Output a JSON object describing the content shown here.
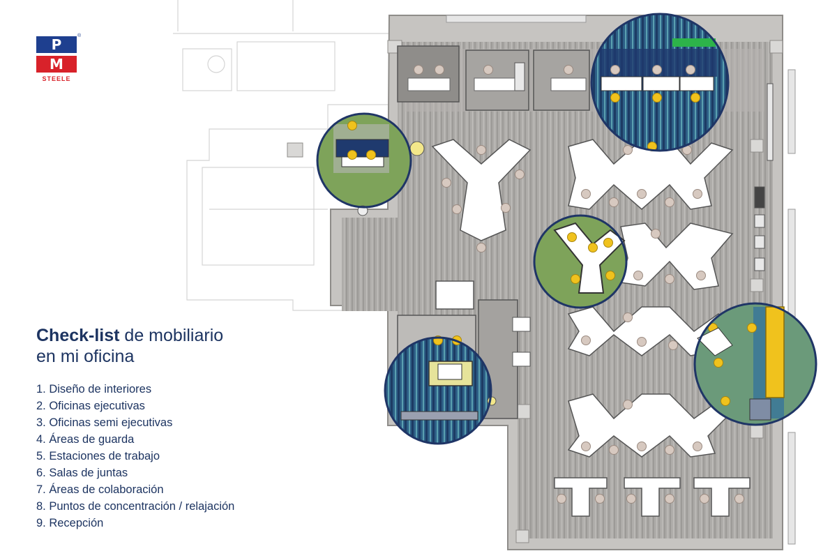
{
  "logo": {
    "line1": "P",
    "line2": "M",
    "brand": "STEELE",
    "reg": "®"
  },
  "heading": {
    "bold": "Check-list",
    "rest1": " de mobiliario",
    "rest2": "en mi oficina"
  },
  "checklist": [
    "1. Diseño de interiores",
    "2. Oficinas ejecutivas",
    "3. Oficinas semi ejecutivas",
    "4. Áreas de guarda",
    "5. Estaciones de trabajo",
    "6. Salas de juntas",
    "7. Áreas de colaboración",
    "8. Puntos de concentración / relajación",
    "9. Recepción"
  ],
  "colors": {
    "navy": "#1d3461",
    "brand_blue": "#1e3f8f",
    "brand_red": "#d8222a",
    "floor": "#a9a7a4",
    "desk": "#ffffff",
    "rug_green": "#7ea35a",
    "chair_yellow": "#f0c21d",
    "circle": "#1f3566"
  }
}
